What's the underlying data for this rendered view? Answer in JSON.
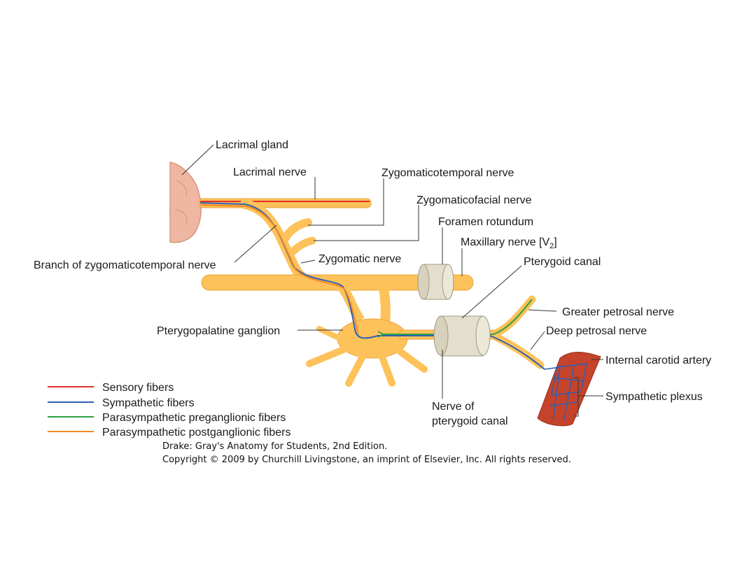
{
  "labels": {
    "lacrimal_gland": "Lacrimal gland",
    "lacrimal_nerve": "Lacrimal nerve",
    "zygomaticotemporal_nerve": "Zygomaticotemporal nerve",
    "zygomaticofacial_nerve": "Zygomaticofacial nerve",
    "foramen_rotundum": "Foramen rotundum",
    "maxillary_nerve": "Maxillary nerve [V",
    "maxillary_sub": "2",
    "maxillary_close": "]",
    "pterygoid_canal": "Pterygoid canal",
    "branch_zygomaticotemporal": "Branch of zygomaticotemporal nerve",
    "zygomatic_nerve": "Zygomatic nerve",
    "greater_petrosal_nerve": "Greater petrosal nerve",
    "deep_petrosal_nerve": "Deep petrosal nerve",
    "pterygopalatine_ganglion": "Pterygopalatine ganglion",
    "internal_carotid_artery": "Internal carotid artery",
    "sympathetic_plexus": "Sympathetic plexus",
    "nerve_of_pterygoid_canal_1": "Nerve of",
    "nerve_of_pterygoid_canal_2": "pterygoid canal"
  },
  "legend": [
    {
      "label": "Sensory fibers",
      "color": "#e0312b"
    },
    {
      "label": "Sympathetic fibers",
      "color": "#2f5fb3"
    },
    {
      "label": "Parasympathetic preganglionic fibers",
      "color": "#2ea043"
    },
    {
      "label": "Parasympathetic postganglionic fibers",
      "color": "#f08a24"
    }
  ],
  "credit": {
    "line1": "Drake: Gray's Anatomy for Students, 2nd Edition.",
    "line2": "Copyright © 2009 by Churchill Livingstone, an imprint of Elsevier, Inc. All rights reserved."
  },
  "colors": {
    "nerve": "#fdc25a",
    "nerve_edge": "#e9a53a",
    "canal": "#e4dfcc",
    "artery": "#c4432a",
    "gland": "#efb7a2"
  }
}
